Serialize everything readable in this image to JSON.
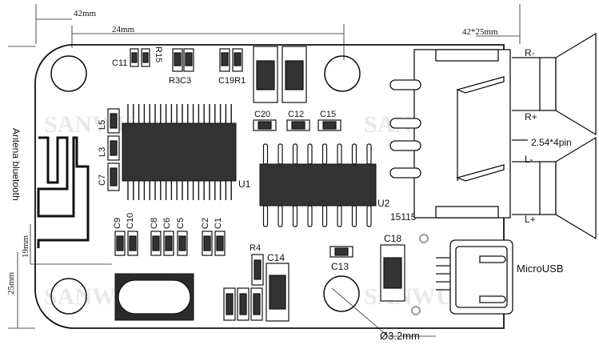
{
  "dimensions": {
    "width_42": "42mm",
    "width_24": "24mm",
    "size": "42*25mm",
    "height_25": "25mm",
    "height_19": "19mm",
    "hole": "Ø3.2mm"
  },
  "side_label": "Antena bluetooth",
  "components": {
    "C11": "C11",
    "R15": "R15",
    "R3C3": "R3C3",
    "C19R1": "C19R1",
    "L5": "L5",
    "L3": "L3",
    "C7": "C7",
    "U1": "U1",
    "U2": "U2",
    "C20": "C20",
    "C12": "C12",
    "C15": "C15",
    "C9": "C9",
    "C10": "C10",
    "C8": "C8",
    "C6": "C6",
    "C5": "C5",
    "C2": "C2",
    "C1": "C1",
    "R4": "R4",
    "C14": "C14",
    "C13": "C13",
    "C18": "C18",
    "chip_code": "15115"
  },
  "connector": {
    "r_minus": "R-",
    "r_plus": "R+",
    "l_minus": "L-",
    "l_plus": "L+",
    "pin": "2.54*4pin",
    "usb": "MicroUSB"
  },
  "watermark": "SANWU"
}
